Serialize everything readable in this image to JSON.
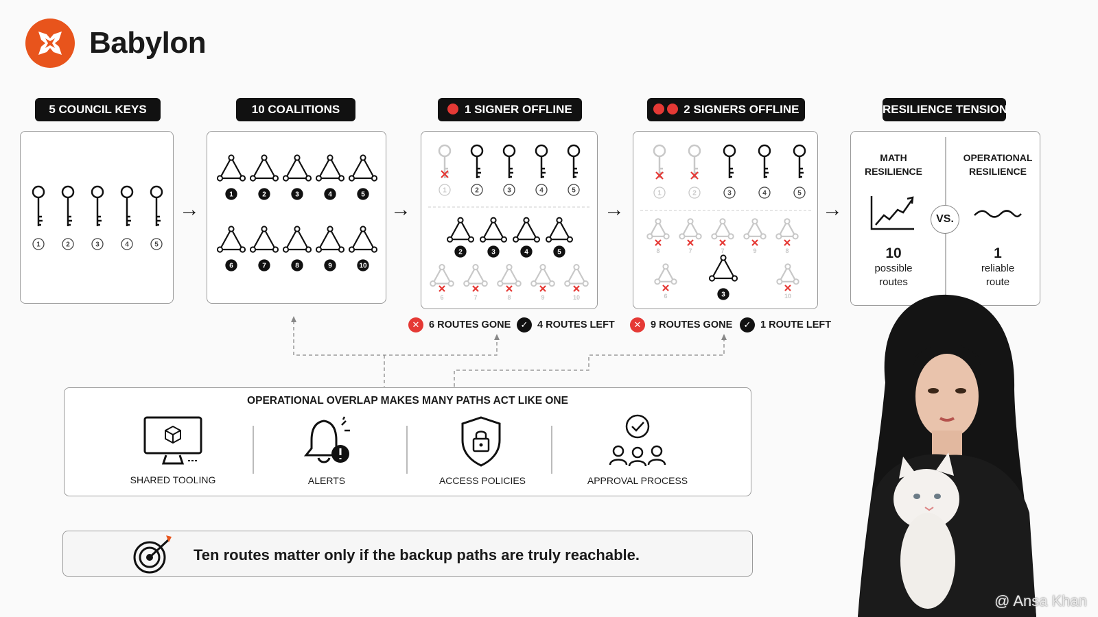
{
  "brand": {
    "name": "Babylon",
    "logo_color": "#e8541c",
    "logo_icon": "babylon-logo-icon"
  },
  "steps": [
    {
      "label": "5 COUNCIL KEYS"
    },
    {
      "label": "10 COALITIONS"
    },
    {
      "label": "1 SIGNER OFFLINE"
    },
    {
      "label": "2 SIGNERS OFFLINE"
    },
    {
      "label": "RESILIENCE TENSION"
    }
  ],
  "council_keys": {
    "numbers": [
      "1",
      "2",
      "3",
      "4",
      "5"
    ]
  },
  "coalitions": {
    "numbers": [
      "1",
      "2",
      "3",
      "4",
      "5",
      "6",
      "7",
      "8",
      "9",
      "10"
    ]
  },
  "one_offline": {
    "key_numbers": [
      "1",
      "2",
      "3",
      "4",
      "5"
    ],
    "remaining_numbers": [
      "2",
      "3",
      "4",
      "5"
    ],
    "lost_numbers": [
      "6",
      "7",
      "8",
      "9",
      "10"
    ],
    "routes_gone": "6 ROUTES GONE",
    "routes_left": "4 ROUTES LEFT"
  },
  "two_offline": {
    "key_numbers": [
      "1",
      "2",
      "3",
      "4",
      "5"
    ],
    "lost_top_numbers": [
      "8",
      "7",
      "7",
      "9",
      "8"
    ],
    "lost_left_number": "6",
    "remaining_number": "3",
    "lost_right_number": "10",
    "routes_gone": "9 ROUTES GONE",
    "routes_left": "1 ROUTE LEFT"
  },
  "resilience": {
    "math_title_1": "MATH",
    "math_title_2": "RESILIENCE",
    "math_value": "10",
    "math_sub_1": "possible",
    "math_sub_2": "routes",
    "vs_label": "VS.",
    "op_title_1": "OPERATIONAL",
    "op_title_2": "RESILIENCE",
    "op_value": "1",
    "op_sub_1": "reliable",
    "op_sub_2": "route"
  },
  "overlap": {
    "title": "OPERATIONAL OVERLAP MAKES MANY PATHS ACT LIKE ONE",
    "items": [
      {
        "label": "SHARED TOOLING",
        "icon": "monitor-icon"
      },
      {
        "label": "ALERTS",
        "icon": "bell-alert-icon"
      },
      {
        "label": "ACCESS POLICIES",
        "icon": "shield-lock-icon"
      },
      {
        "label": "APPROVAL PROCESS",
        "icon": "approval-group-icon"
      }
    ]
  },
  "banner": {
    "text": "Ten routes matter only if the backup paths are truly reachable.",
    "icon": "target-arrow-icon"
  },
  "watermark": {
    "text": "@ Ansa Khan"
  },
  "colors": {
    "offline": "#e53935",
    "ink": "#111111",
    "faded": "#c8c8c8"
  }
}
